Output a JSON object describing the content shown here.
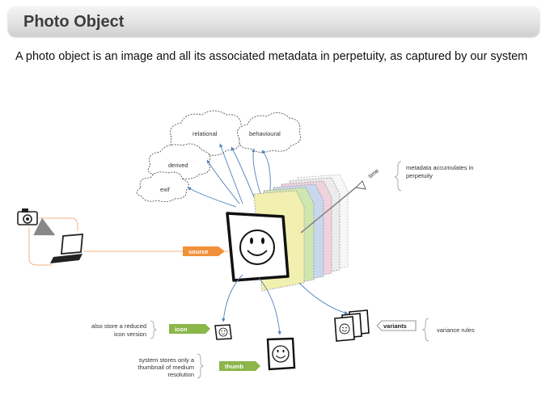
{
  "header": {
    "title": "Photo Object"
  },
  "intro": "A photo object is an image and all its associated metadata in perpetuity, as captured by our system",
  "diagram": {
    "clouds": {
      "relational": "relational",
      "behavioural": "behavioural",
      "derived": "derived",
      "exif": "exif"
    },
    "time_label": "time",
    "accumulate_note": [
      "metadata accumulates in",
      "perpetuity"
    ],
    "source_label": "source",
    "icon_label": "icon",
    "icon_note": [
      "also store a reduced",
      "icon version"
    ],
    "thumb_label": "thumb",
    "thumb_note": [
      "system stores only a",
      "thumbnail of medium",
      "resolution"
    ],
    "variants_label": "variants",
    "variance_note": "variance rules",
    "colors": {
      "source_tag": "#f0913a",
      "green_tag": "#8ab64a",
      "arrow": "#4f81bd",
      "layer_yellow": "#f2f0b0",
      "layer_green": "#cfe6b0",
      "layer_blue": "#c9d7ec",
      "layer_pink": "#f0d2dc",
      "layer_grey": "#e4e4e4"
    },
    "icons": [
      "camera-icon",
      "laptop-icon",
      "smiley-face-icon",
      "time-arrow-icon"
    ]
  }
}
